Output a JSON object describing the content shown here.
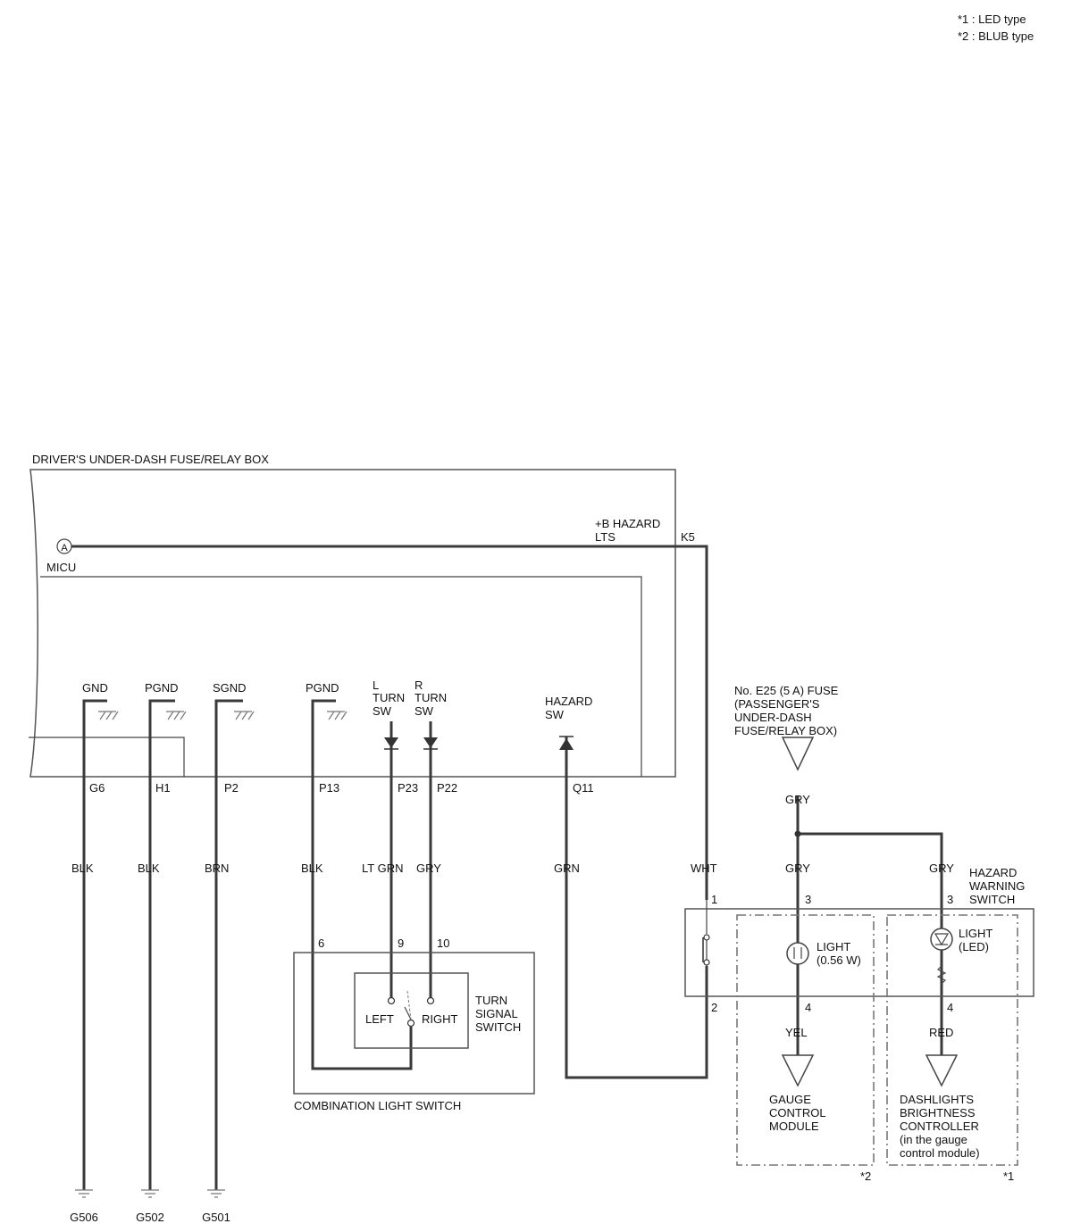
{
  "notes": {
    "led": "*1 : LED type",
    "bulb": "*2 : BLUB type"
  },
  "fuse_relay_box": {
    "title": "DRIVER'S UNDER-DASH FUSE/RELAY BOX",
    "micu": "MICU",
    "connector_a": "A",
    "hazard_supply": [
      "+B HAZARD",
      "LTS"
    ],
    "k5": "K5",
    "gnd": "GND",
    "pgnd1": "PGND",
    "sgnd": "SGND",
    "pgnd2": "PGND",
    "l_turn_sw": [
      "L",
      "TURN",
      "SW"
    ],
    "r_turn_sw": [
      "R",
      "TURN",
      "SW"
    ],
    "hazard_sw": [
      "HAZARD",
      "SW"
    ],
    "pins": {
      "g6": "G6",
      "h1": "H1",
      "p2": "P2",
      "p13": "P13",
      "p23": "P23",
      "p22": "P22",
      "q11": "Q11"
    }
  },
  "wires": {
    "g6": "BLK",
    "h1": "BLK",
    "p2": "BRN",
    "p13": "BLK",
    "p23": "LT GRN",
    "p22": "GRY",
    "q11": "GRN",
    "k5": "WHT",
    "fuse_out": "GRY",
    "light_in": "GRY",
    "led_in": "GRY",
    "gauge": "YEL",
    "dash": "RED"
  },
  "grounds": {
    "g506": "G506",
    "g502": "G502",
    "g501": "G501"
  },
  "fuse": [
    "No. E25 (5 A) FUSE",
    "(PASSENGER'S",
    "UNDER-DASH",
    "FUSE/RELAY BOX)"
  ],
  "combination_switch": {
    "title": "COMBINATION LIGHT SWITCH",
    "turn_signal": [
      "TURN",
      "SIGNAL",
      "SWITCH"
    ],
    "left": "LEFT",
    "right": "RIGHT",
    "pin6": "6",
    "pin9": "9",
    "pin10": "10"
  },
  "hazard_switch": {
    "title": [
      "HAZARD",
      "WARNING",
      "SWITCH"
    ],
    "pin1": "1",
    "pin2": "2",
    "pin3a": "3",
    "pin4a": "4",
    "pin3b": "3",
    "pin4b": "4",
    "light": [
      "LIGHT",
      "(0.56 W)"
    ],
    "light_led": [
      "LIGHT",
      "(LED)"
    ],
    "mark_bulb": "*2",
    "mark_led": "*1"
  },
  "gauge_module": [
    "GAUGE",
    "CONTROL",
    "MODULE"
  ],
  "dash_controller": [
    "DASHLIGHTS",
    "BRIGHTNESS",
    "CONTROLLER",
    "(in the gauge",
    "control module)"
  ]
}
